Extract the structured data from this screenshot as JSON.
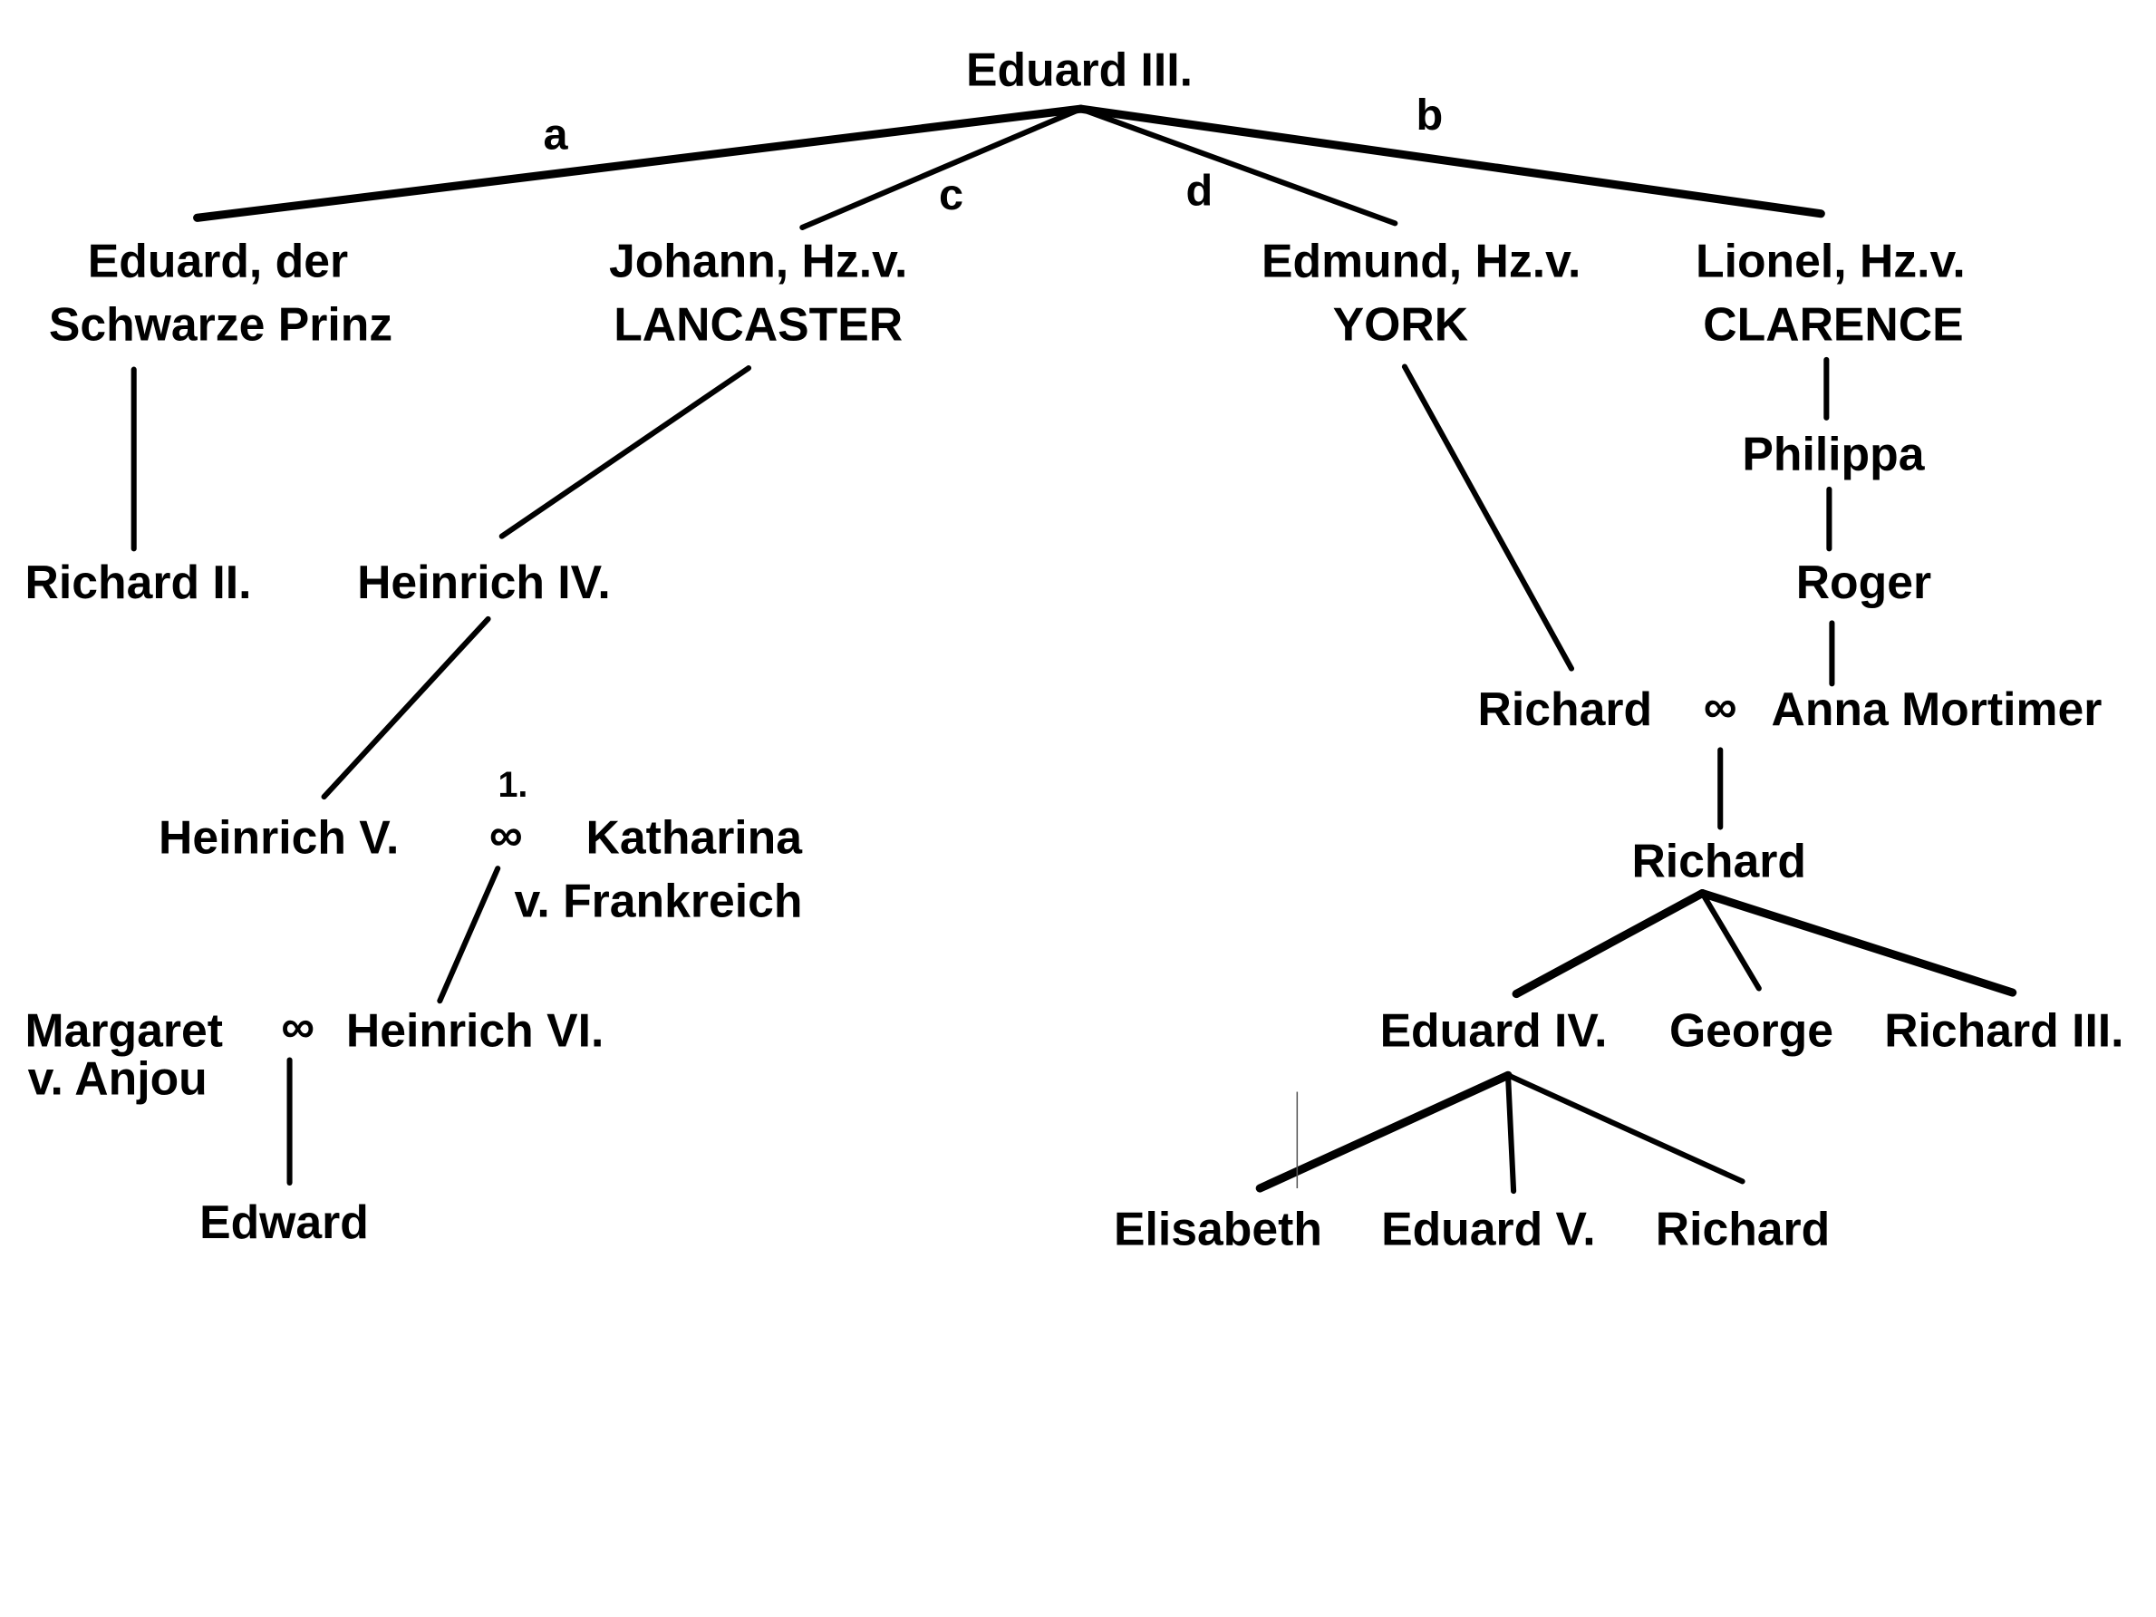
{
  "diagram": {
    "type": "family-tree",
    "root": "Eduard III.",
    "branch_labels": {
      "a": "a",
      "b": "b",
      "c": "c",
      "d": "d"
    },
    "marriage_symbol": "∞",
    "persons": {
      "eduard_iii": "Eduard III.",
      "schwarze_prinz_1": "Eduard, der",
      "schwarze_prinz_2": "Schwarze Prinz",
      "johann_1": "Johann, Hz.v.",
      "johann_2": "LANCASTER",
      "edmund_1": "Edmund, Hz.v.",
      "edmund_2": "YORK",
      "lionel_1": "Lionel, Hz.v.",
      "lionel_2": "CLARENCE",
      "philippa": "Philippa",
      "roger": "Roger",
      "richard_ii": "Richard II.",
      "heinrich_iv": "Heinrich IV.",
      "richard_york": "Richard",
      "anna_mortimer": "Anna Mortimer",
      "heinrich_v": "Heinrich V.",
      "marriage_order": "1.",
      "katharina_1": "Katharina",
      "katharina_2": "v. Frankreich",
      "richard_duke": "Richard",
      "margaret_1": "Margaret",
      "margaret_2": "v. Anjou",
      "heinrich_vi": "Heinrich VI.",
      "eduard_iv": "Eduard IV.",
      "george": "George",
      "richard_iii": "Richard III.",
      "edward": "Edward",
      "elisabeth": "Elisabeth",
      "eduard_v": "Eduard V.",
      "richard_young": "Richard"
    }
  }
}
